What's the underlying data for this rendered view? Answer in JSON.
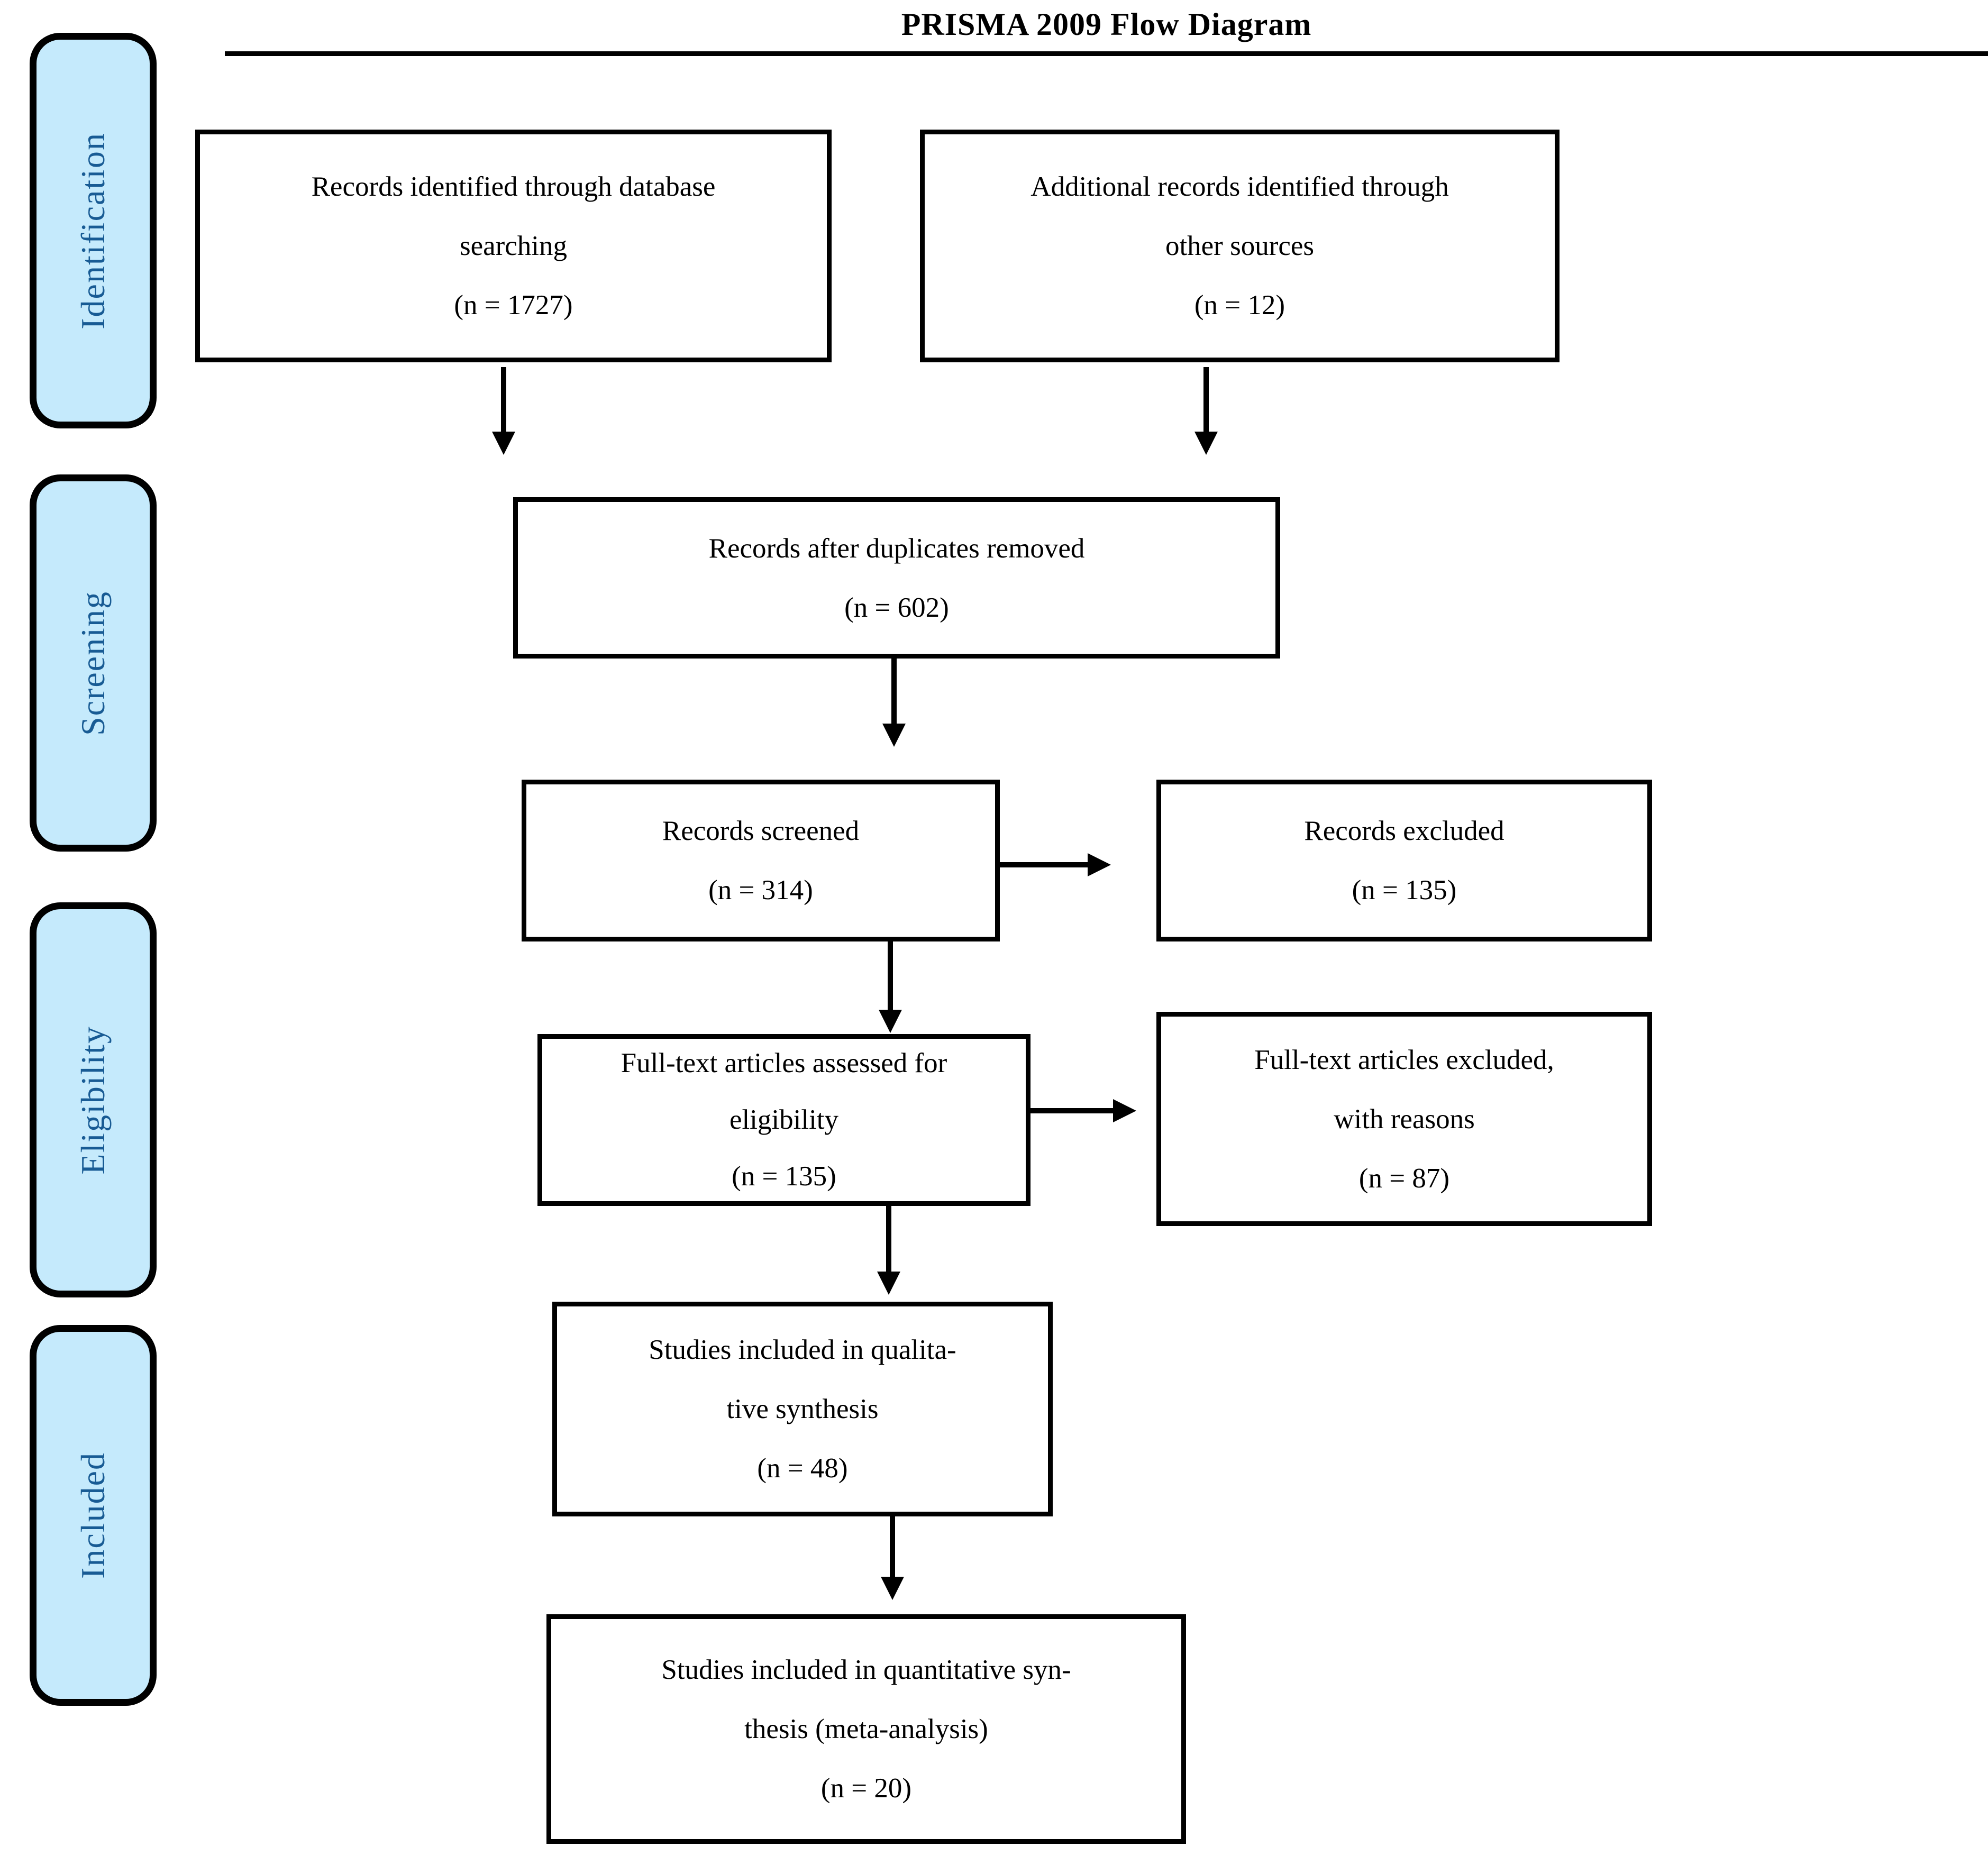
{
  "title": "PRISMA 2009 Flow Diagram",
  "colors": {
    "sidebar_fill": "#C5EAFC",
    "sidebar_text": "#185B94",
    "box_border": "#000000",
    "arrow": "#000000"
  },
  "sidebar": {
    "items": [
      {
        "label": "Identification"
      },
      {
        "label": "Screening"
      },
      {
        "label": "Eligibility"
      },
      {
        "label": "Included"
      }
    ]
  },
  "boxes": {
    "identified_db": {
      "lines": [
        "Records identified through database",
        "searching",
        "(n = 1727)"
      ]
    },
    "identified_other": {
      "lines": [
        "Additional records identified through",
        "other sources",
        "(n = 12)"
      ]
    },
    "duplicates_removed": {
      "lines": [
        "Records after duplicates removed",
        "(n = 602)"
      ]
    },
    "screened": {
      "lines": [
        "Records screened",
        "(n = 314)"
      ]
    },
    "excluded": {
      "lines": [
        "Records excluded",
        "(n = 135)"
      ]
    },
    "fulltext_assessed": {
      "lines": [
        "Full-text articles assessed for",
        "eligibility",
        "(n = 135)"
      ]
    },
    "fulltext_excluded": {
      "lines": [
        "Full-text articles excluded,",
        "with reasons",
        "(n = 87)"
      ]
    },
    "qualitative_synthesis": {
      "lines": [
        "Studies included in qualita-",
        "tive synthesis",
        "(n = 48)"
      ]
    },
    "quantitative_synthesis": {
      "lines": [
        "Studies included in quantitative syn-",
        "thesis (meta-analysis)",
        "(n = 20)"
      ]
    }
  }
}
